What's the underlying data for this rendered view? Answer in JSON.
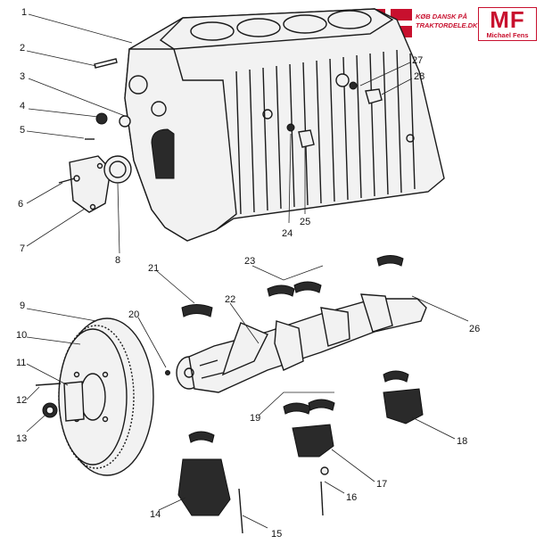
{
  "labels": [
    "1",
    "2",
    "3",
    "4",
    "5",
    "6",
    "7",
    "8",
    "9",
    "10",
    "11",
    "12",
    "13",
    "14",
    "15",
    "16",
    "17",
    "18",
    "19",
    "20",
    "21",
    "22",
    "23",
    "24",
    "25",
    "26",
    "27",
    "28"
  ],
  "logos": {
    "dk_line1": "KØB DANSK PÅ",
    "dk_line2": "TRAKTORDELE.DK",
    "mf_big": "MF",
    "mf_small": "Michael Fens",
    "brand_red": "#c8102e"
  }
}
